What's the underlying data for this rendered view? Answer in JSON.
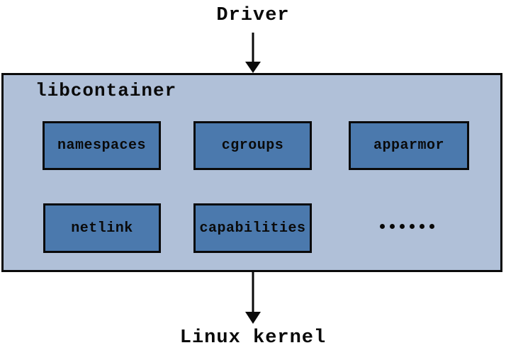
{
  "diagram": {
    "driver_label": "Driver",
    "container_title": "libcontainer",
    "modules": {
      "row1": [
        "namespaces",
        "cgroups",
        "apparmor"
      ],
      "row2": [
        "netlink",
        "capabilities"
      ]
    },
    "ellipsis_dot_count": 6,
    "kernel_label": "Linux kernel",
    "colors": {
      "container_fill": "#b0c0d8",
      "module_fill": "#4b79ad",
      "border_color": "#0a0a0a",
      "arrow_color": "#0a0a0a"
    }
  }
}
